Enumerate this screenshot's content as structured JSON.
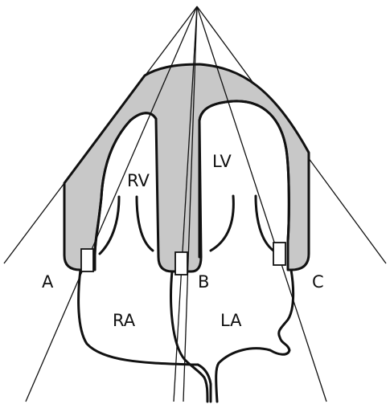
{
  "labels": {
    "rv": "RV",
    "lv": "LV",
    "ra": "RA",
    "la": "LA",
    "a": "A",
    "b": "B",
    "c": "C"
  },
  "colors": {
    "myocardium": "#c8c8c8",
    "outline": "#111111",
    "background": "#ffffff"
  }
}
